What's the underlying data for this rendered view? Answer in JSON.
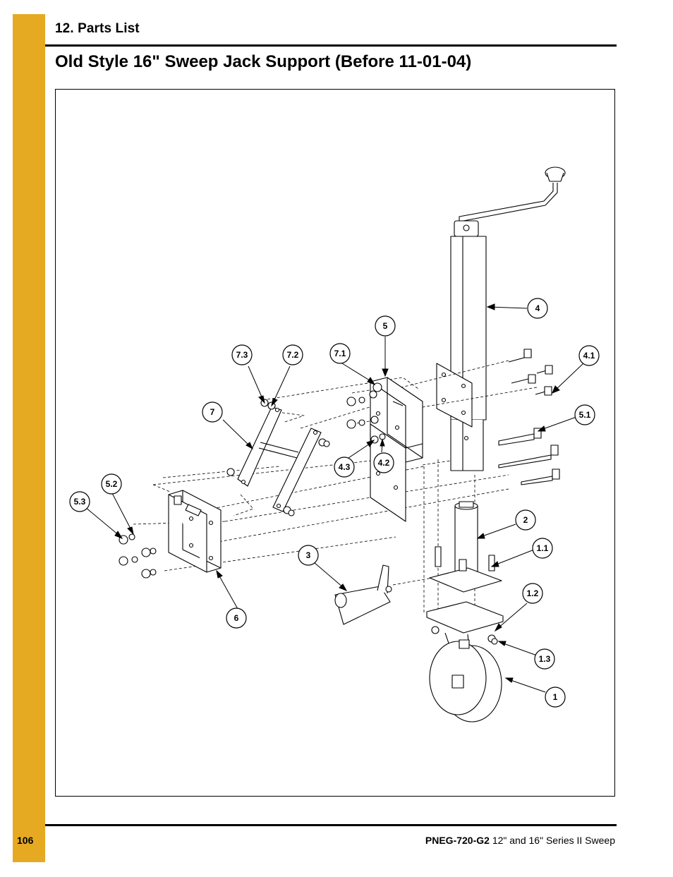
{
  "header": {
    "section_title": "12. Parts List",
    "page_title": "Old Style 16\" Sweep Jack Support (Before 11-01-04)"
  },
  "figure": {
    "callouts": [
      "1",
      "1.1",
      "1.2",
      "1.3",
      "2",
      "3",
      "4",
      "4.1",
      "4.2",
      "4.3",
      "5",
      "5.1",
      "5.2",
      "5.3",
      "6",
      "7",
      "7.1",
      "7.2",
      "7.3"
    ]
  },
  "footer": {
    "page_number": "106",
    "doc_code": "PNEG-720-G2",
    "doc_title": "12\" and 16\" Series II Sweep"
  },
  "colors": {
    "side_bar": "#E6AA22",
    "rules": "#000000"
  }
}
